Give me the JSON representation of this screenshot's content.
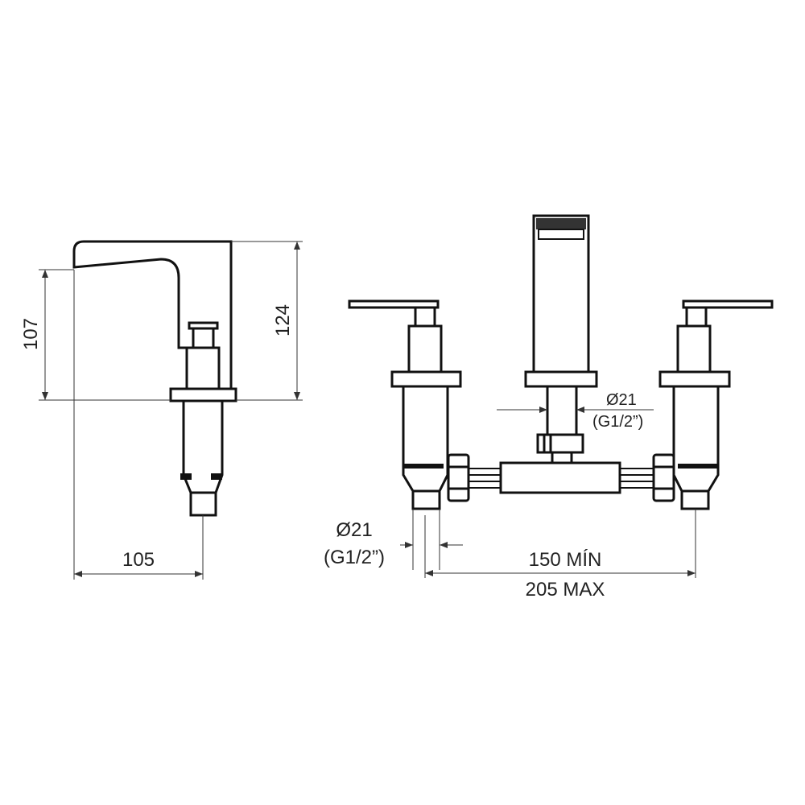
{
  "side_view": {
    "height_spout": "107",
    "height_total": "124",
    "reach": "105"
  },
  "front_view": {
    "spout_inlet_diameter": "Ø21",
    "spout_inlet_thread": "(G1/2”)",
    "valve_inlet_diameter": "Ø21",
    "valve_inlet_thread": "(G1/2”)",
    "spacing_min": "150 MÍN",
    "spacing_max": "205 MAX"
  }
}
